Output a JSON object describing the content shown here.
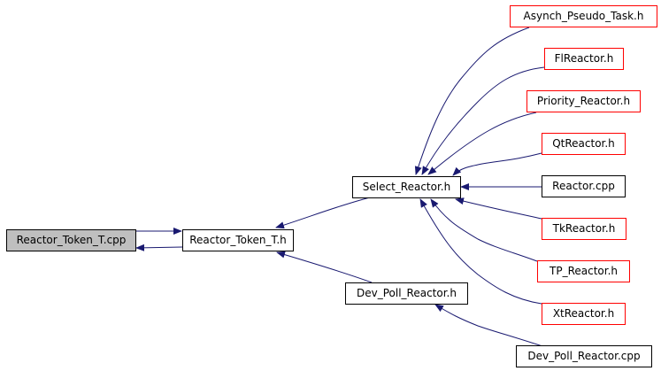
{
  "colors": {
    "edge": "#191970",
    "focus_fill": "#bfbfbf",
    "incomplete_border": "#ff0000"
  },
  "nodes": {
    "reactor_token_cpp": "Reactor_Token_T.cpp",
    "reactor_token_h": "Reactor_Token_T.h",
    "select_reactor_h": "Select_Reactor.h",
    "dev_poll_reactor_h": "Dev_Poll_Reactor.h",
    "asynch_pseudo_task_h": "Asynch_Pseudo_Task.h",
    "flreactor_h": "FlReactor.h",
    "priority_reactor_h": "Priority_Reactor.h",
    "qtreactor_h": "QtReactor.h",
    "reactor_cpp": "Reactor.cpp",
    "tkreactor_h": "TkReactor.h",
    "tp_reactor_h": "TP_Reactor.h",
    "xtreactor_h": "XtReactor.h",
    "dev_poll_reactor_cpp": "Dev_Poll_Reactor.cpp"
  },
  "edges": [
    {
      "from": "Reactor_Token_T.cpp",
      "to": "Reactor_Token_T.h"
    },
    {
      "from": "Reactor_Token_T.h",
      "to": "Reactor_Token_T.cpp"
    },
    {
      "from": "Select_Reactor.h",
      "to": "Reactor_Token_T.h"
    },
    {
      "from": "Dev_Poll_Reactor.h",
      "to": "Reactor_Token_T.h"
    },
    {
      "from": "Asynch_Pseudo_Task.h",
      "to": "Select_Reactor.h"
    },
    {
      "from": "FlReactor.h",
      "to": "Select_Reactor.h"
    },
    {
      "from": "Priority_Reactor.h",
      "to": "Select_Reactor.h"
    },
    {
      "from": "QtReactor.h",
      "to": "Select_Reactor.h"
    },
    {
      "from": "Reactor.cpp",
      "to": "Select_Reactor.h"
    },
    {
      "from": "TkReactor.h",
      "to": "Select_Reactor.h"
    },
    {
      "from": "TP_Reactor.h",
      "to": "Select_Reactor.h"
    },
    {
      "from": "XtReactor.h",
      "to": "Select_Reactor.h"
    },
    {
      "from": "Dev_Poll_Reactor.cpp",
      "to": "Dev_Poll_Reactor.h"
    }
  ]
}
